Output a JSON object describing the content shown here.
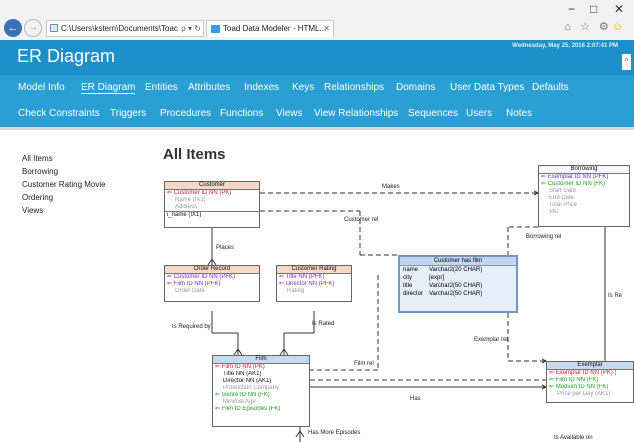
{
  "browser": {
    "minimize": "−",
    "maximize": "□",
    "close": "✕",
    "back_icon": "arrow-left",
    "address": "C:\\Users\\kstern\\Documents\\Toac",
    "address_tools": "ρ ▾ ↻",
    "tab_title": "Toad Data Modeler - HTML...",
    "tab_close": "✕",
    "toolbar_icons": "⌂ ☆ ⚙",
    "smiley": "☺"
  },
  "app": {
    "title": "ER Diagram",
    "date": "Wednesday, May 25, 2016 2:07:41 PM",
    "scroll_up": "^"
  },
  "nav_row1": [
    "Model Info",
    "ER Diagram",
    "Entities",
    "Attributes",
    "Indexes",
    "Keys",
    "Relationships",
    "Domains",
    "User Data Types",
    "Defaults"
  ],
  "nav_row2": [
    "Check Constraints",
    "Triggers",
    "Procedures",
    "Functions",
    "Views",
    "View Relationships",
    "Sequences",
    "Users",
    "Notes"
  ],
  "active_nav": "ER Diagram",
  "sidebar": [
    "All Items",
    "Borrowing",
    "Customer Rating Movie",
    "Ordering",
    "Views"
  ],
  "main_title": "All Items",
  "entities": {
    "customer": {
      "name": "Customer",
      "rows": [
        {
          "text": "Customer ID NN (PK)",
          "kind": "pk"
        },
        {
          "text": "Name (IX1)",
          "kind": "grey"
        },
        {
          "text": "Address",
          "kind": "grey"
        },
        {
          "text": "i_name (IX1)",
          "kind": "black"
        }
      ]
    },
    "order_record": {
      "name": "Order Record",
      "rows": [
        {
          "text": "Customer ID NN (PFK)",
          "kind": "pfk"
        },
        {
          "text": "Film ID NN (PFK)",
          "kind": "pfk"
        },
        {
          "text": "Order Date",
          "kind": "grey"
        }
      ]
    },
    "customer_rating": {
      "name": "Customer Rating",
      "rows": [
        {
          "text": "Title NN (PFK)",
          "kind": "pfk"
        },
        {
          "text": "Director NN (PFK)",
          "kind": "pfk"
        },
        {
          "text": "Rating",
          "kind": "grey"
        }
      ]
    },
    "film": {
      "name": "Film",
      "rows": [
        {
          "text": "Film ID NN (PK)",
          "kind": "pk"
        },
        {
          "text": "Title NN (AK1)",
          "kind": "black"
        },
        {
          "text": "Director NN (AK1)",
          "kind": "black"
        },
        {
          "text": "Production Company",
          "kind": "grey"
        },
        {
          "text": "Genre ID NN (FK)",
          "kind": "fk"
        },
        {
          "text": "Minimal Age",
          "kind": "grey"
        },
        {
          "text": "Film ID Episodes (FK)",
          "kind": "fk"
        }
      ]
    },
    "borrowing": {
      "name": "Borrowing",
      "rows": [
        {
          "text": "Exemplar ID NN (PFK)",
          "kind": "pfk"
        },
        {
          "text": "Customer ID NN (FK)",
          "kind": "fk"
        },
        {
          "text": "Start Date",
          "kind": "grey"
        },
        {
          "text": "End Date",
          "kind": "grey"
        },
        {
          "text": "Total Price",
          "kind": "grey"
        },
        {
          "text": "VAT",
          "kind": "grey"
        }
      ]
    },
    "exemplar": {
      "name": "Exemplar",
      "rows": [
        {
          "text": "Exemplar ID NN (PK) (",
          "kind": "pk"
        },
        {
          "text": "Film ID NN (FK)",
          "kind": "fk"
        },
        {
          "text": "Medium ID NN (FK)",
          "kind": "fk"
        },
        {
          "text": "Price per Day (AK1)",
          "kind": "grey"
        }
      ]
    }
  },
  "view": {
    "name": "Customer has film",
    "rows": [
      {
        "col": "name",
        "type": "Varchar2(20 CHAR)"
      },
      {
        "col": "city",
        "type": "[expr]"
      },
      {
        "col": "title",
        "type": "Varchar2(50 CHAR)"
      },
      {
        "col": "director",
        "type": "Varchar2(50 CHAR)"
      }
    ]
  },
  "relationships": {
    "makes": "Makes",
    "customer_rel": "Customer rel",
    "borrowing_rel": "Borrowing rel",
    "places": "Places",
    "is_required_by": "Is Required by",
    "is_rated": "Is Rated",
    "film_rel": "Film rel",
    "exemplar_rel": "Exemplar rel",
    "is_re": "Is Re",
    "has": "Has",
    "has_more_episodes": "Has More Episodes",
    "is_available_on": "Is Available on"
  },
  "key_arrow": "⇐",
  "colors": {
    "header_bg": "#1d8fc9",
    "nav_bg": "#2a9fd4",
    "pk": "#d41f1f",
    "fk": "#1fa01f",
    "pfk": "#7a2ad0",
    "entity_head_orange": "#f5d7c6",
    "entity_head_blue": "#c6d9ee"
  }
}
